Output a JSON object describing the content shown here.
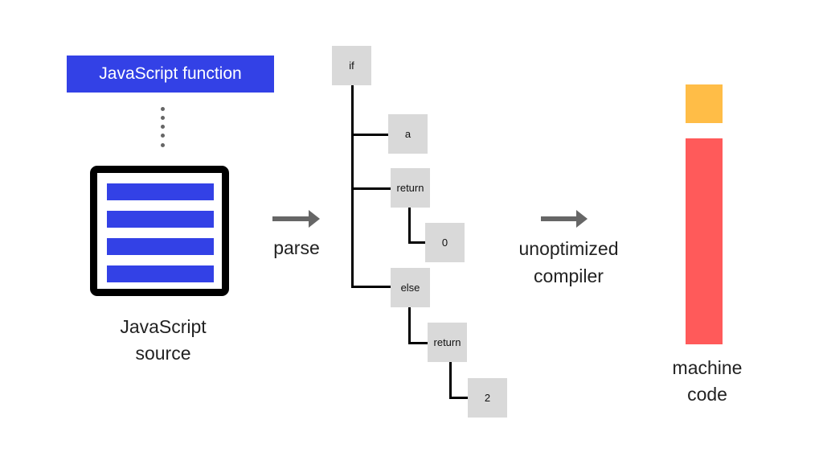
{
  "function_label": "JavaScript function",
  "source_label_line1": "JavaScript",
  "source_label_line2": "source",
  "parse_label": "parse",
  "compiler_label_line1": "unoptimized",
  "compiler_label_line2": "compiler",
  "machine_code_label_line1": "machine",
  "machine_code_label_line2": "code",
  "ast": {
    "if": "if",
    "a": "a",
    "return1": "return",
    "zero": "0",
    "else": "else",
    "return2": "return",
    "two": "2"
  },
  "colors": {
    "blue": "#3341e6",
    "orange": "#ffbd47",
    "red": "#ff5a5a",
    "node_gray": "#d9d9d9",
    "arrow_gray": "#666666"
  }
}
